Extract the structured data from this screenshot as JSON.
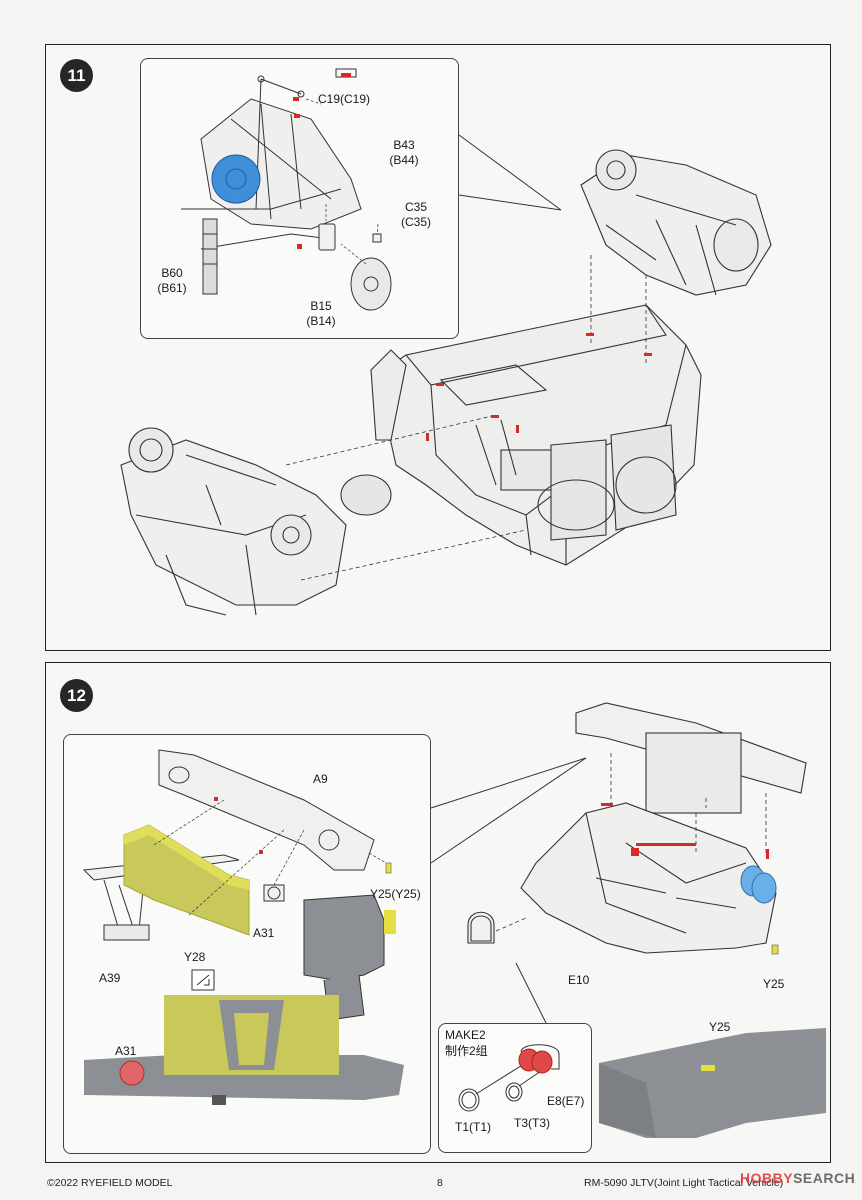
{
  "step11": {
    "number": "11",
    "labels": {
      "c19": "C19(C19)",
      "b43": "B43",
      "b44": "(B44)",
      "c35": "C35",
      "c35b": "(C35)",
      "b60": "B60",
      "b61": "(B61)",
      "b15": "B15",
      "b14": "(B14)"
    }
  },
  "step12": {
    "number": "12",
    "labels": {
      "a9": "A9",
      "y25y25": "Y25(Y25)",
      "a31_top": "A31",
      "y28": "Y28",
      "a39": "A39",
      "a31_bottom": "A31",
      "e10": "E10",
      "y25_right": "Y25",
      "y25_bottom": "Y25",
      "make2": "MAKE2",
      "make2_cn": "制作2组",
      "e8e7": "E8(E7)",
      "t1t1": "T1(T1)",
      "t3t3": "T3(T3)"
    }
  },
  "footer": {
    "left": "©2022 RYEFIELD MODEL",
    "page": "8",
    "right": "RM-5090 JLTV(Joint Light Tactical Vehicle)"
  },
  "watermark": {
    "hobby": "HOBBY",
    "search": "SEARCH"
  },
  "colors": {
    "part_blue": "#3f8fd8",
    "attach_red": "#d42a2a",
    "photo_etch_yellow": "#d8d24a",
    "render_grey": "#8c8f93"
  }
}
